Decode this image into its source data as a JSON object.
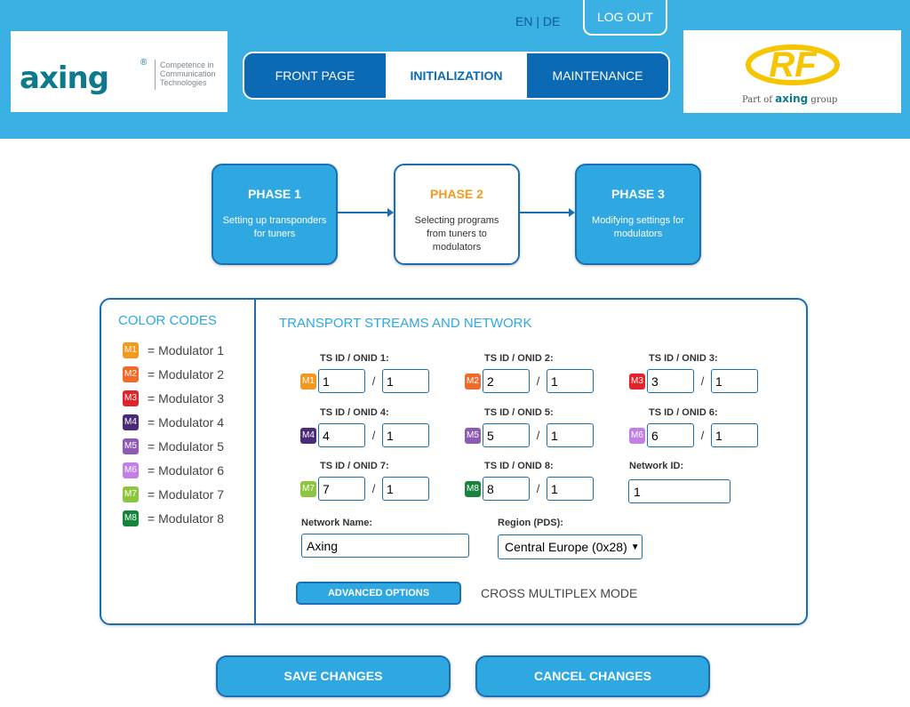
{
  "header": {
    "lang_en": "EN",
    "lang_sep": " | ",
    "lang_de": "DE",
    "logout": "LOG OUT",
    "left_logo": {
      "word": "axing",
      "reg": "®",
      "tagline": "Competence in Communication Technologies"
    },
    "right_logo": {
      "mark": "RF",
      "part_of": "Part of ",
      "brand": "axing",
      "group": " group"
    },
    "nav": [
      {
        "label": "FRONT PAGE",
        "active": false
      },
      {
        "label": "INITIALIZATION",
        "active": true
      },
      {
        "label": "MAINTENANCE",
        "active": false
      }
    ],
    "colors": {
      "header_bg": "#3bb0e3",
      "nav_bg": "#0b6ab3",
      "rf_yellow": "#f7c400"
    }
  },
  "phases": [
    {
      "title": "PHASE 1",
      "desc": "Setting up transponders for tuners",
      "active": false
    },
    {
      "title": "PHASE 2",
      "desc": "Selecting programs from tuners to modulators",
      "active": true
    },
    {
      "title": "PHASE 3",
      "desc": "Modifying settings for modulators",
      "active": false
    }
  ],
  "color_codes": {
    "title": "COLOR CODES",
    "items": [
      {
        "badge": "M1",
        "label": "= Modulator 1",
        "color": "#f39a1e"
      },
      {
        "badge": "M2",
        "label": "= Modulator 2",
        "color": "#ef6a2b"
      },
      {
        "badge": "M3",
        "label": "= Modulator 3",
        "color": "#e3232a"
      },
      {
        "badge": "M4",
        "label": "= Modulator 4",
        "color": "#4b2a78"
      },
      {
        "badge": "M5",
        "label": "= Modulator 5",
        "color": "#8d5bb4"
      },
      {
        "badge": "M6",
        "label": "= Modulator 6",
        "color": "#c27fe6"
      },
      {
        "badge": "M7",
        "label": "= Modulator 7",
        "color": "#8cc63f"
      },
      {
        "badge": "M8",
        "label": "= Modulator 8",
        "color": "#17843c"
      }
    ]
  },
  "transport": {
    "title": "TRANSPORT STREAMS AND NETWORK",
    "ts": [
      {
        "label": "TS ID / ONID 1:",
        "badge": "M1",
        "ts_id": "1",
        "onid": "1"
      },
      {
        "label": "TS ID / ONID 2:",
        "badge": "M2",
        "ts_id": "2",
        "onid": "1"
      },
      {
        "label": "TS ID / ONID 3:",
        "badge": "M3",
        "ts_id": "3",
        "onid": "1"
      },
      {
        "label": "TS ID / ONID 4:",
        "badge": "M4",
        "ts_id": "4",
        "onid": "1"
      },
      {
        "label": "TS ID / ONID 5:",
        "badge": "M5",
        "ts_id": "5",
        "onid": "1"
      },
      {
        "label": "TS ID / ONID 6:",
        "badge": "M6",
        "ts_id": "6",
        "onid": "1"
      },
      {
        "label": "TS ID / ONID 7:",
        "badge": "M7",
        "ts_id": "7",
        "onid": "1"
      },
      {
        "label": "TS ID / ONID 8:",
        "badge": "M8",
        "ts_id": "8",
        "onid": "1"
      }
    ],
    "slash": "/",
    "network_id_label": "Network ID:",
    "network_id": "1",
    "network_name_label": "Network Name:",
    "network_name": "Axing",
    "region_label": "Region (PDS):",
    "region_value": "Central Europe (0x28)",
    "advanced_button": "ADVANCED OPTIONS",
    "cross_mode": "CROSS MULTIPLEX MODE"
  },
  "actions": {
    "save": "SAVE CHANGES",
    "cancel": "CANCEL CHANGES"
  }
}
